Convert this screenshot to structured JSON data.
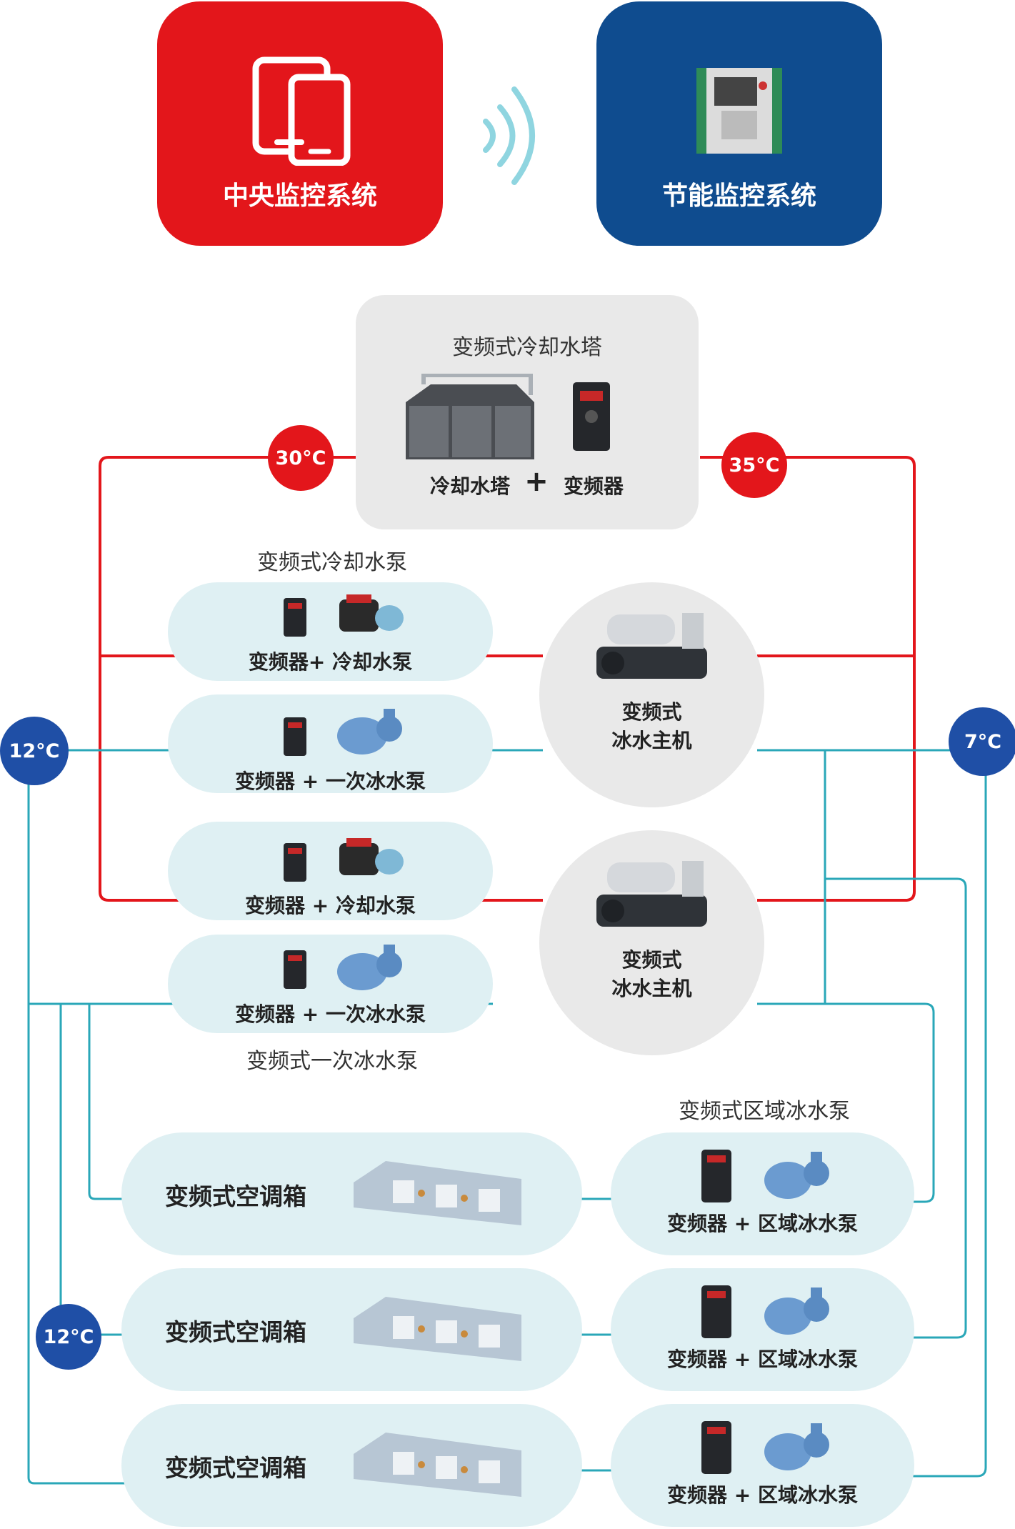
{
  "top": {
    "central_label": "中央监控系统",
    "energy_label": "节能监控系统",
    "central_color": "#e3161b",
    "energy_color": "#0f4c8f",
    "wifi_icon": "wireless-signal-icon"
  },
  "tower": {
    "title": "变频式冷却水塔",
    "left_label": "冷却水塔",
    "plus": "+",
    "right_label": "变频器"
  },
  "temps": {
    "t30": "30°C",
    "t35": "35°C",
    "t12_top": "12°C",
    "t7": "7°C",
    "t12_bottom": "12°C"
  },
  "pumps": {
    "cooling_title": "变频式冷却水泵",
    "cooling_1": "变频器+ 冷却水泵",
    "primary_1": "变频器 + 一次冰水泵",
    "cooling_2": "变频器 + 冷却水泵",
    "primary_2": "变频器 + 一次冰水泵",
    "primary_title": "变频式一次冰水泵"
  },
  "chillers": {
    "c1_line1": "变频式",
    "c1_line2": "冰水主机",
    "c2_line1": "变频式",
    "c2_line2": "冰水主机"
  },
  "zone": {
    "title": "变频式区域冰水泵",
    "ahu_label": "变频式空调箱",
    "pump_label": "变频器 + 区域冰水泵"
  },
  "colors": {
    "cooling_loop": "#e3161b",
    "chilled_loop": "#2aa7b8",
    "pill_bg": "#dff0f3",
    "circle_bg": "#e9e9e9"
  }
}
